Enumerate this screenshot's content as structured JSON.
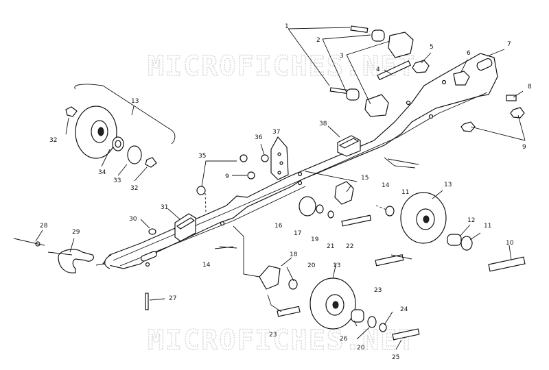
{
  "watermark": {
    "top": "MICROFICHES.NET",
    "bottom": "MICROFICHES.NET"
  },
  "callouts": [
    {
      "id": "c1",
      "text": "1"
    },
    {
      "id": "c2",
      "text": "2"
    },
    {
      "id": "c3",
      "text": "3"
    },
    {
      "id": "c4",
      "text": "4"
    },
    {
      "id": "c5",
      "text": "5"
    },
    {
      "id": "c6",
      "text": "6"
    },
    {
      "id": "c7",
      "text": "7"
    },
    {
      "id": "c8",
      "text": "8"
    },
    {
      "id": "c9a",
      "text": "9"
    },
    {
      "id": "c9b",
      "text": "9"
    },
    {
      "id": "c10",
      "text": "10"
    },
    {
      "id": "c11a",
      "text": "11"
    },
    {
      "id": "c11b",
      "text": "11"
    },
    {
      "id": "c12",
      "text": "12"
    },
    {
      "id": "c13a",
      "text": "13"
    },
    {
      "id": "c13b",
      "text": "13"
    },
    {
      "id": "c13c",
      "text": "13"
    },
    {
      "id": "c14a",
      "text": "14"
    },
    {
      "id": "c14b",
      "text": "14"
    },
    {
      "id": "c15",
      "text": "15"
    },
    {
      "id": "c16",
      "text": "16"
    },
    {
      "id": "c17",
      "text": "17"
    },
    {
      "id": "c18",
      "text": "18"
    },
    {
      "id": "c19",
      "text": "19"
    },
    {
      "id": "c20a",
      "text": "20"
    },
    {
      "id": "c20b",
      "text": "20"
    },
    {
      "id": "c21",
      "text": "21"
    },
    {
      "id": "c22",
      "text": "22"
    },
    {
      "id": "c23a",
      "text": "23"
    },
    {
      "id": "c23b",
      "text": "23"
    },
    {
      "id": "c24",
      "text": "24"
    },
    {
      "id": "c25",
      "text": "25"
    },
    {
      "id": "c26",
      "text": "26"
    },
    {
      "id": "c27",
      "text": "27"
    },
    {
      "id": "c28",
      "text": "28"
    },
    {
      "id": "c29",
      "text": "29"
    },
    {
      "id": "c30",
      "text": "30"
    },
    {
      "id": "c31",
      "text": "31"
    },
    {
      "id": "c32a",
      "text": "32"
    },
    {
      "id": "c32b",
      "text": "32"
    },
    {
      "id": "c33",
      "text": "33"
    },
    {
      "id": "c34",
      "text": "34"
    },
    {
      "id": "c35",
      "text": "35"
    },
    {
      "id": "c36",
      "text": "36"
    },
    {
      "id": "c37",
      "text": "37"
    },
    {
      "id": "c38",
      "text": "38"
    }
  ]
}
